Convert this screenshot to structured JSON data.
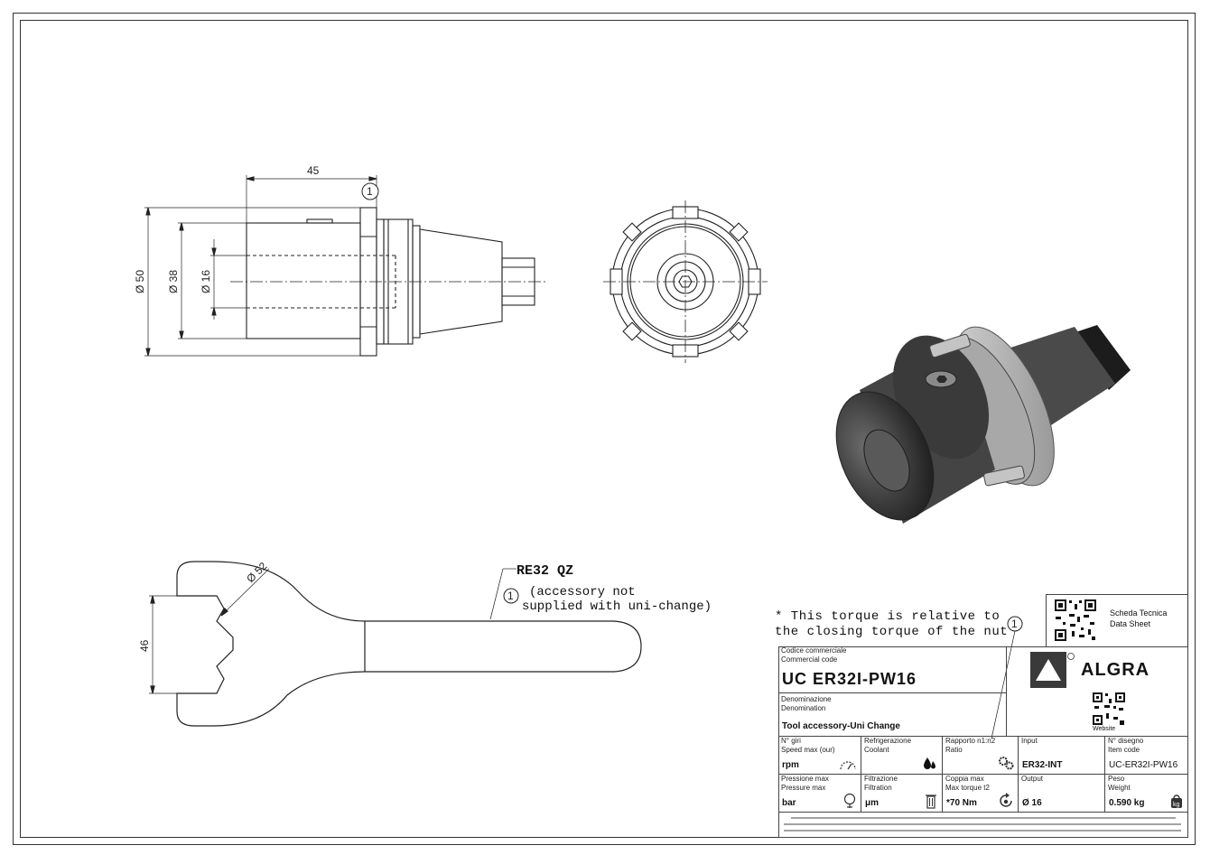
{
  "dimensions": {
    "length_45": "45",
    "dia_50": "Ø 50",
    "dia_38": "Ø 38",
    "dia_16": "Ø 16",
    "wrench_dia_52": "Ø 52",
    "wrench_46": "46"
  },
  "balloon_number": "1",
  "wrench_callout": {
    "name": "RE32 QZ",
    "line1": "(accessory not",
    "line2": "supplied with uni-change)"
  },
  "torque_note": {
    "line1": "* This torque is relative to",
    "line2": "the closing torque of the nut"
  },
  "sheet_header": {
    "line1": "Scheda Tecnica",
    "line2": "Data Sheet",
    "website_label": "Website",
    "brand": "ALGRA"
  },
  "title_block": {
    "code_label_it": "Codice commerciale",
    "code_label_en": "Commercial code",
    "code_value": "UC ER32I-PW16",
    "denom_label_it": "Denominazione",
    "denom_label_en": "Denomination",
    "denom_value": "Tool accessory-Uni Change",
    "row1": [
      {
        "label_it": "N° giri",
        "label_en": "Speed max (our)",
        "value": "rpm",
        "icon": "speedometer-icon"
      },
      {
        "label_it": "Refrigerazione",
        "label_en": "Coolant",
        "value": "",
        "icon": "coolant-drop-icon"
      },
      {
        "label_it": "Rapporto n1:n2",
        "label_en": "Ratio",
        "value": "",
        "icon": "gears-icon"
      },
      {
        "label_it": "Input",
        "label_en": "",
        "value": "ER32-INT",
        "icon": ""
      },
      {
        "label_it": "N° disegno",
        "label_en": "Item code",
        "value": "UC-ER32I-PW16",
        "icon": ""
      }
    ],
    "row2": [
      {
        "label_it": "Pressione max",
        "label_en": "Pressure max",
        "value": "bar",
        "icon": "bulb-icon"
      },
      {
        "label_it": "Filtrazione",
        "label_en": "Filtration",
        "value": "μm",
        "icon": "filter-bin-icon"
      },
      {
        "label_it": "Coppia max",
        "label_en": "Max torque t2",
        "value": "*70 Nm",
        "icon": "torque-icon"
      },
      {
        "label_it": "Output",
        "label_en": "",
        "value": "Ø 16",
        "icon": ""
      },
      {
        "label_it": "Peso",
        "label_en": "Weight",
        "value": "0.590 kg",
        "icon": "weight-icon"
      }
    ]
  },
  "colors": {
    "line": "#222222",
    "render_dark": "#3c3c3c",
    "render_light": "#b8b8b8",
    "brand_triangle_bg": "#3a3a3a"
  }
}
